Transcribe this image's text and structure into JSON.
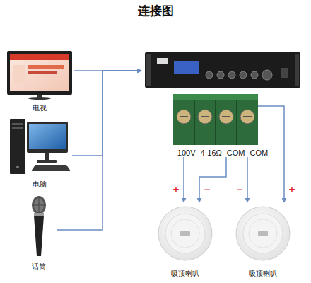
{
  "diagram": {
    "title": "连接图",
    "nodes": [
      {
        "text": [
          "电视"
        ]
      },
      {
        "text": [
          "电脑"
        ]
      },
      {
        "text": [
          "话筒"
        ]
      },
      {
        "text": [
          "100V 4-16Ω COM COM"
        ]
      },
      {
        "text": [
          "吸顶喇叭"
        ]
      },
      {
        "text": [
          "吸顶喇叭"
        ]
      }
    ],
    "edges": [
      {
        "from": 0,
        "to": 3,
        "arrow": "to"
      },
      {
        "from": 1,
        "to": 3,
        "arrow": "to"
      },
      {
        "from": 2,
        "to": 3,
        "arrow": "to"
      },
      {
        "from": 3,
        "to": 4,
        "arrow": "to"
      },
      {
        "from": 3,
        "to": 4,
        "arrow": "to"
      },
      {
        "from": 3,
        "to": 5,
        "arrow": "to"
      },
      {
        "from": 3,
        "to": 5,
        "arrow": "to"
      }
    ],
    "labels": [
      "+",
      "−",
      "−",
      "+"
    ]
  }
}
